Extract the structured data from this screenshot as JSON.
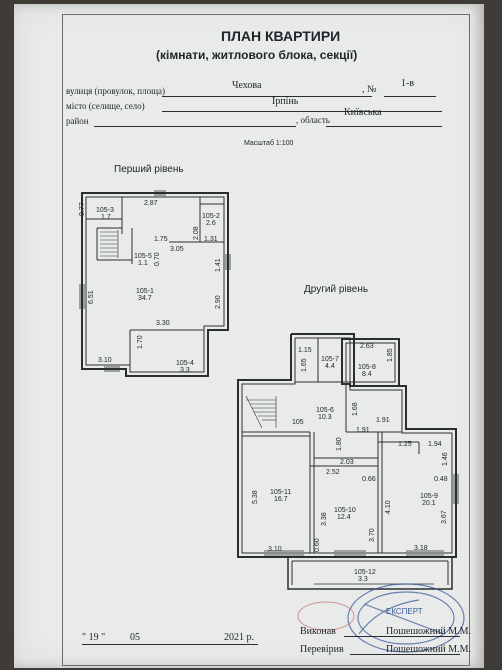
{
  "header": {
    "title": "ПЛАН КВАРТИРИ",
    "subtitle": "(кімнати, житлового блока, секції)"
  },
  "address": {
    "street_label": "вулиця (провулок, площа)",
    "street_value": "Чехова",
    "number_label": ", №",
    "number_value": "1-в",
    "city_label": "місто (селище, село)",
    "city_value": "Ірпінь",
    "district_label": "район",
    "region_label": ", область",
    "region_value": "Київська"
  },
  "scale": "Масштаб 1:100",
  "levels": {
    "first": "Перший рівень",
    "second": "Другий рівень"
  },
  "rooms": {
    "r105_3": "105-3",
    "r105_3_a": "1.7",
    "r105_2": "105-2",
    "r105_2_a": "2.6",
    "r105_5": "105-5",
    "r105_5_a": "1.1",
    "r105_1": "105-1",
    "r105_1_a": "34.7",
    "r105_4": "105-4",
    "r105_4_a": "3.3",
    "r105_7": "105-7",
    "r105_7_a": "4.4",
    "r105_8": "105-8",
    "r105_8_a": "8.4",
    "r105_6": "105-6",
    "r105_6_a": "10.3",
    "r105": "105",
    "r105_11": "105-11",
    "r105_11_a": "16.7",
    "r105_10": "105-10",
    "r105_10_a": "12.4",
    "r105_9": "105-9",
    "r105_9_a": "20.1",
    "r105_12": "105-12",
    "r105_12_a": "3.3"
  },
  "dims": {
    "d2_87": "2.87",
    "d0_77": "0.77",
    "d2_08": "2.08",
    "d1_75": "1.75",
    "d3_05": "3.05",
    "d1_31": "1.31",
    "d0_70": "0.70",
    "d1_41": "1.41",
    "d6_51": "6.51",
    "d2_90": "2.90",
    "d3_30": "3.30",
    "d1_70": "1.70",
    "d3_10": "3.10",
    "d1_15": "1.15",
    "d1_65": "1.65",
    "d2_63": "2.63",
    "d1_85": "1.85",
    "d1_68": "1.68",
    "d1_91a": "1.91",
    "d1_91b": "1.91",
    "d1_80": "1.80",
    "d2_03": "2.03",
    "d1_25": "1.25",
    "d1_94": "1.94",
    "d1_46": "1.46",
    "d2_52": "2.52",
    "d0_66": "0.66",
    "d0_48": "0.48",
    "d5_38": "5.38",
    "d3_38": "3.38",
    "d4_10": "4.10",
    "d3_70": "3.70",
    "d3_67": "3.67",
    "d3_10b": "3.10",
    "d0_60": "0.60",
    "d3_18": "3.18"
  },
  "footer": {
    "day": "\" 19 \"",
    "month": "05",
    "year": "2021 р.",
    "executed_label": "Виконав",
    "executor": "Пошешожний М.М.",
    "checked_label": "Перевірив",
    "checker": "Пошешожний М.М.",
    "stamp_text": "ЕКСПЕРТ"
  },
  "colors": {
    "paper": "#e9ebea",
    "ink": "#2a2e31",
    "stamp": "#3b5d9a"
  }
}
